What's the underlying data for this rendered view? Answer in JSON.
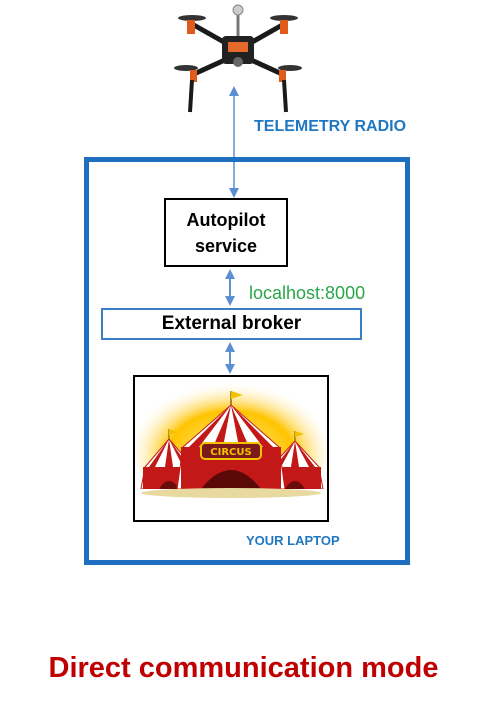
{
  "drone": {
    "icon": "quadcopter-drone-icon"
  },
  "telemetry": {
    "label": "TELEMETRY RADIO"
  },
  "laptop": {
    "label": "YOUR LAPTOP",
    "frame_color": "#1f6fc0"
  },
  "autopilot": {
    "label": "Autopilot service"
  },
  "connection": {
    "label": "localhost:8000",
    "color": "#2aa64a"
  },
  "broker": {
    "label": "External broker"
  },
  "circus": {
    "icon": "circus-tent-icon",
    "sign": "CIRCUS"
  },
  "footer": {
    "title": "Direct communication mode",
    "color": "#c00000"
  },
  "arrow_color": "#5b8fd1"
}
